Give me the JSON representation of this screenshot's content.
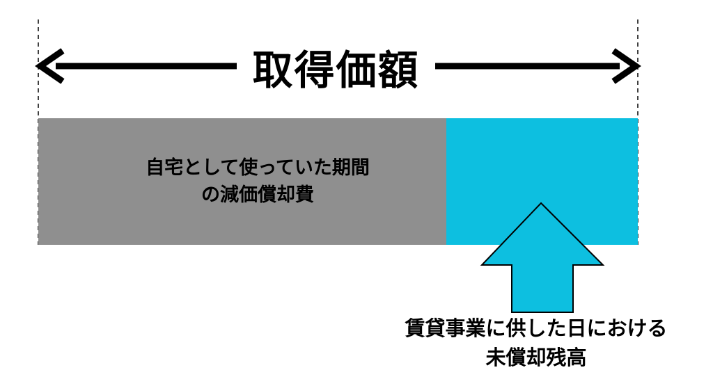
{
  "diagram": {
    "title": "取得価額",
    "segments": {
      "used_period": {
        "lines": [
          "自宅として使っていた期間",
          "の減価償却費"
        ],
        "color": "#8f8f8f"
      },
      "remaining": {
        "lines": [
          "賃貸事業に供した日における",
          "未償却残高"
        ],
        "color": "#0dbfe0"
      }
    },
    "arrow_color": "#000000",
    "pointer_arrow_color": "#0dbfe0"
  }
}
